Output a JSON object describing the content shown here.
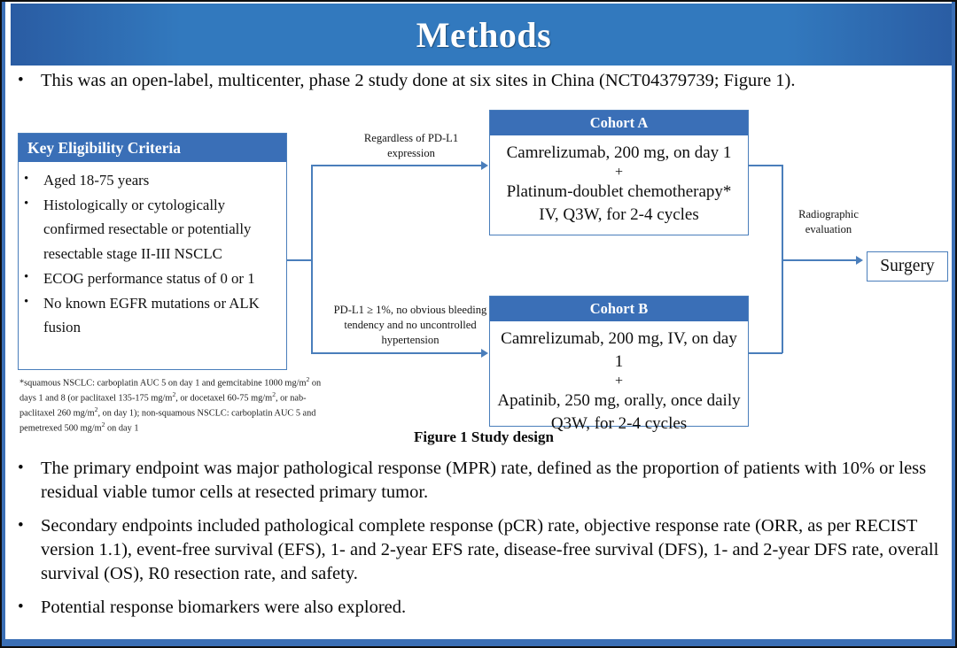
{
  "slide": {
    "title": "Methods",
    "accent_color": "#3279be",
    "box_header_color": "#3a6fb7",
    "border_color": "#4a7ebb",
    "frame_color": "#0d0d0d"
  },
  "lead_bullet": {
    "marker": "•",
    "text": "This was an open-label, multicenter, phase 2 study done at six sites in China (NCT04379739; Figure 1)."
  },
  "eligibility": {
    "header": "Key  Eligibility Criteria",
    "marker": "•",
    "items": [
      "Aged 18-75 years",
      "Histologically or cytologically confirmed resectable or potentially resectable stage II-III  NSCLC",
      "ECOG performance status of 0 or 1",
      "No known EGFR mutations or ALK fusion"
    ]
  },
  "footnote": {
    "line1_a": "*squamous NSCLC: carboplatin AUC 5 on day 1 and gemcitabine 1000 mg/m",
    "line1_sup": "2",
    "line1_b": " on days 1 and 8 (or paclitaxel 135-175 mg/m",
    "line2_sup": "2",
    "line2_b": ", or docetaxel 60-75 mg/m",
    "line3_sup": "2",
    "line3_b": ", or nab-paclitaxel 260 mg/m",
    "line4_sup": "2",
    "line4_b": ", on day 1); non-squamous NSCLC: carboplatin AUC 5 and pemetrexed 500 mg/m",
    "line5_sup": "2",
    "line5_b": " on day 1"
  },
  "branch_labels": {
    "regardless": "Regardless  of PD-L1 expression",
    "pdl1": "PD-L1 ≥ 1%, no obvious bleeding tendency  and no uncontrolled  hypertension",
    "radiographic": "Radiographic evaluation"
  },
  "cohort_a": {
    "header": "Cohort A",
    "line1": "Camrelizumab, 200 mg, on day 1",
    "plus": "+",
    "line2": "Platinum-doublet chemotherapy*",
    "line3": "IV, Q3W, for 2-4 cycles"
  },
  "cohort_b": {
    "header": "Cohort B",
    "line1": "Camrelizumab, 200 mg, IV, on day 1",
    "plus": "+",
    "line2": "Apatinib, 250 mg, orally, once daily",
    "line3": "Q3W, for 2-4 cycles"
  },
  "surgery": {
    "label": "Surgery"
  },
  "figure_caption": "Figure 1 Study design",
  "lower_bullets": {
    "marker": "•",
    "items": [
      "The primary endpoint was major pathological response (MPR) rate, defined as the proportion of patients with 10% or less residual viable tumor cells at resected primary tumor.",
      "Secondary endpoints included pathological complete response (pCR) rate, objective response rate (ORR, as per RECIST version 1.1), event-free survival (EFS), 1- and 2-year EFS rate, disease-free survival (DFS), 1- and 2-year DFS rate, overall survival (OS), R0 resection rate, and safety.",
      "Potential response biomarkers were also explored."
    ]
  }
}
